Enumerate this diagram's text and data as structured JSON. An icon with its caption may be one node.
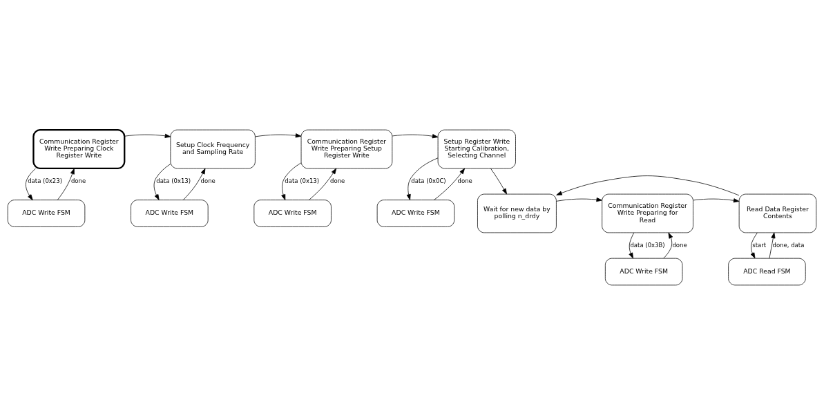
{
  "diagram": {
    "nodes": [
      {
        "text": [
          "Communication Register Write Preparing Clock Register Write"
        ]
      },
      {
        "text": [
          "ADC Write FSM"
        ]
      },
      {
        "text": [
          "Setup Clock Frequency and Sampling Rate"
        ]
      },
      {
        "text": [
          "ADC Write FSM"
        ]
      },
      {
        "text": [
          "Communication Register Write Preparing Setup Register Write"
        ]
      },
      {
        "text": [
          "ADC Write FSM"
        ]
      },
      {
        "text": [
          "Setup Register Write Starting Calibration, Selecting Channel"
        ]
      },
      {
        "text": [
          "ADC Write FSM"
        ]
      },
      {
        "text": [
          "Wait for new data by polling n_drdy"
        ]
      },
      {
        "text": [
          "Communication Register Write Preparing for Read"
        ]
      },
      {
        "text": [
          "ADC Write FSM"
        ]
      },
      {
        "text": [
          "Read Data Register Contents"
        ]
      },
      {
        "text": [
          "ADC Read FSM"
        ]
      }
    ],
    "edges": [
      {
        "from": 0,
        "to": 2,
        "arrow": "to"
      },
      {
        "from": 2,
        "to": 4,
        "arrow": "to"
      },
      {
        "from": 4,
        "to": 6,
        "arrow": "to"
      },
      {
        "from": 6,
        "to": 8,
        "arrow": "to"
      },
      {
        "from": 8,
        "to": 9,
        "arrow": "to"
      },
      {
        "from": 9,
        "to": 11,
        "arrow": "to"
      },
      {
        "from": 11,
        "to": 8,
        "arrow": "to"
      },
      {
        "from": 1,
        "to": 0,
        "arrow": "to",
        "label": "done"
      },
      {
        "from": 0,
        "to": 1,
        "arrow": "to",
        "label": "data (0x23)"
      },
      {
        "from": 3,
        "to": 2,
        "arrow": "to",
        "label": "done"
      },
      {
        "from": 2,
        "to": 3,
        "arrow": "to",
        "label": "data (0x13)"
      },
      {
        "from": 5,
        "to": 4,
        "arrow": "to",
        "label": "done"
      },
      {
        "from": 4,
        "to": 5,
        "arrow": "to",
        "label": "data (0x13)"
      },
      {
        "from": 7,
        "to": 6,
        "arrow": "to",
        "label": "done"
      },
      {
        "from": 6,
        "to": 7,
        "arrow": "to",
        "label": "data (0x0C)"
      },
      {
        "from": 10,
        "to": 9,
        "arrow": "to",
        "label": "done"
      },
      {
        "from": 9,
        "to": 10,
        "arrow": "to",
        "label": "data (0x3B)"
      },
      {
        "from": 12,
        "to": 11,
        "arrow": "to",
        "label": "done, data"
      },
      {
        "from": 11,
        "to": 12,
        "arrow": "to",
        "label": "start"
      }
    ]
  }
}
